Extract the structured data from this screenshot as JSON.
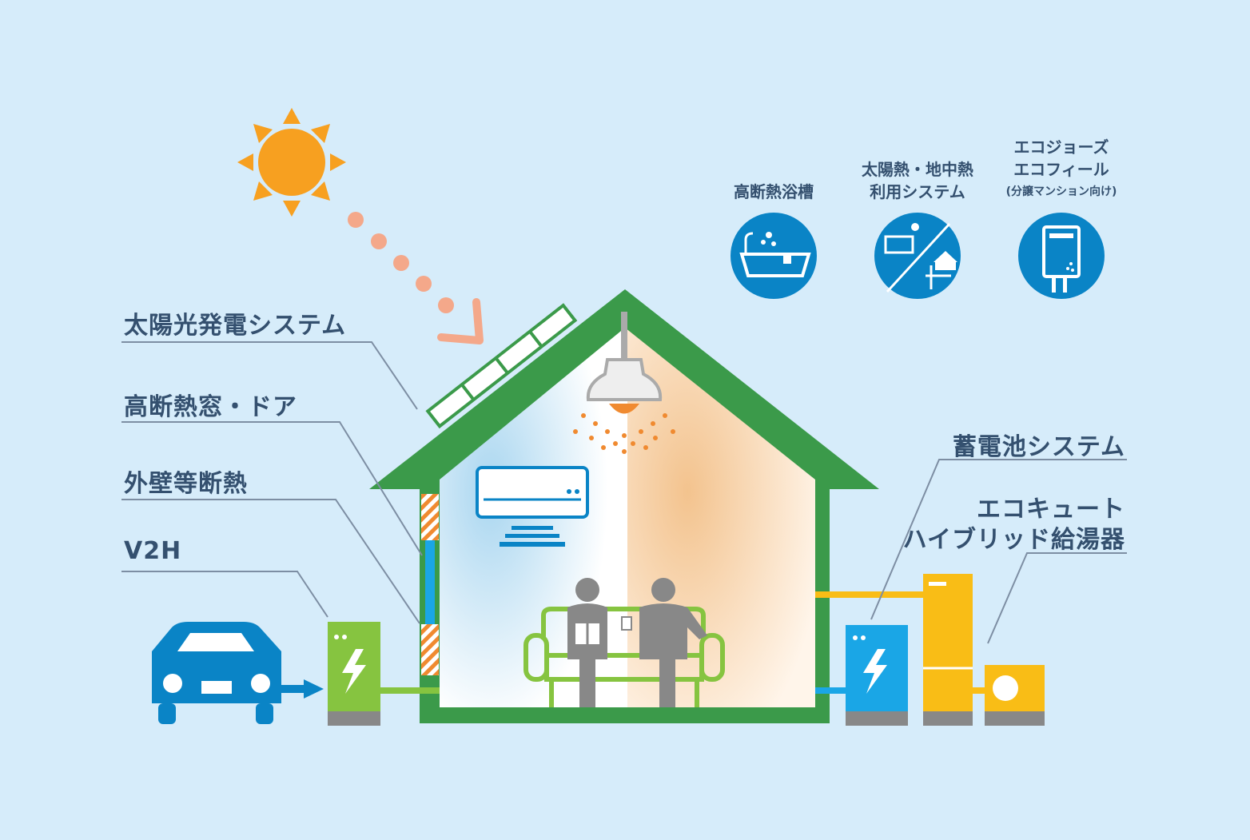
{
  "left_labels": {
    "solar": "太陽光発電システム",
    "windows": "高断熱窓・ドア",
    "walls": "外壁等断熱",
    "v2h": "V2H"
  },
  "right_labels": {
    "battery": "蓄電池システム",
    "ecocute_line1": "エコキュート",
    "ecocute_line2": "ハイブリッド給湯器"
  },
  "top_icons": [
    {
      "icon": "bathtub-icon",
      "line1": "高断熱浴槽"
    },
    {
      "icon": "solar-geothermal-icon",
      "line1": "太陽熱・地中熱",
      "line2": "利用システム"
    },
    {
      "icon": "water-heater-icon",
      "line1": "エコジョーズ",
      "line2": "エコフィール",
      "line3": "(分譲マンション向け)"
    }
  ],
  "colors": {
    "background": "#d6ecfa",
    "text": "#34506f",
    "house": "#3b9a4a",
    "sun": "#f7a020",
    "blue": "#0a84c6",
    "green_battery": "#86c440",
    "yellow": "#f9bd16"
  }
}
